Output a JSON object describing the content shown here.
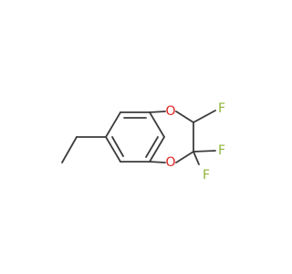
{
  "molecule": {
    "atoms": [
      {
        "id": "o1",
        "symbol": "O"
      },
      {
        "id": "o2",
        "symbol": "O"
      },
      {
        "id": "f1",
        "symbol": "F"
      },
      {
        "id": "f2",
        "symbol": "F"
      },
      {
        "id": "f3",
        "symbol": "F"
      }
    ],
    "colors": {
      "bond": "#3c3c3c",
      "oxygen": "#e0231f",
      "fluorine": "#8fb53a",
      "background": "#ffffff"
    }
  }
}
